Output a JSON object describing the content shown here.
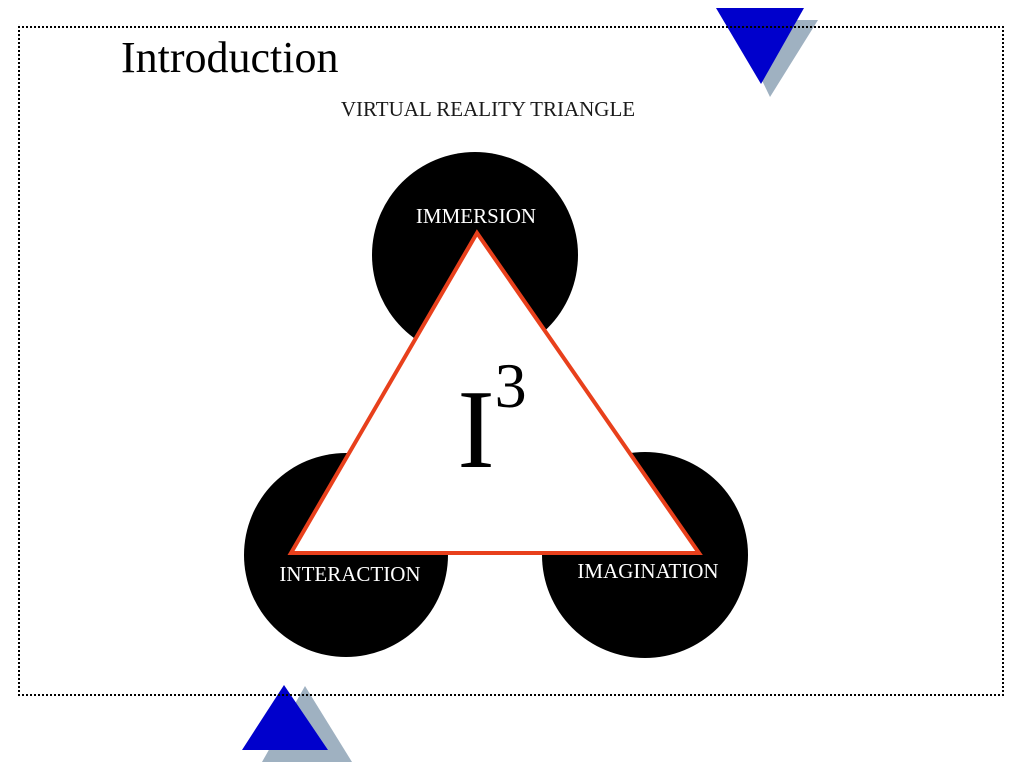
{
  "slide": {
    "title": "Introduction"
  },
  "diagram": {
    "heading": "VIRTUAL REALITY TRIANGLE",
    "center_base": "I",
    "center_superscript": "3",
    "nodes": [
      {
        "label": "IMMERSION"
      },
      {
        "label": "INTERACTION"
      },
      {
        "label": "IMAGINATION"
      }
    ]
  },
  "colors": {
    "circle_fill": "#000000",
    "node_label": "#ffffff",
    "triangle_stroke": "#e8401c",
    "triangle_fill": "#ffffff",
    "deco_blue": "#0000cc",
    "deco_shadow": "#9fb1c1"
  }
}
